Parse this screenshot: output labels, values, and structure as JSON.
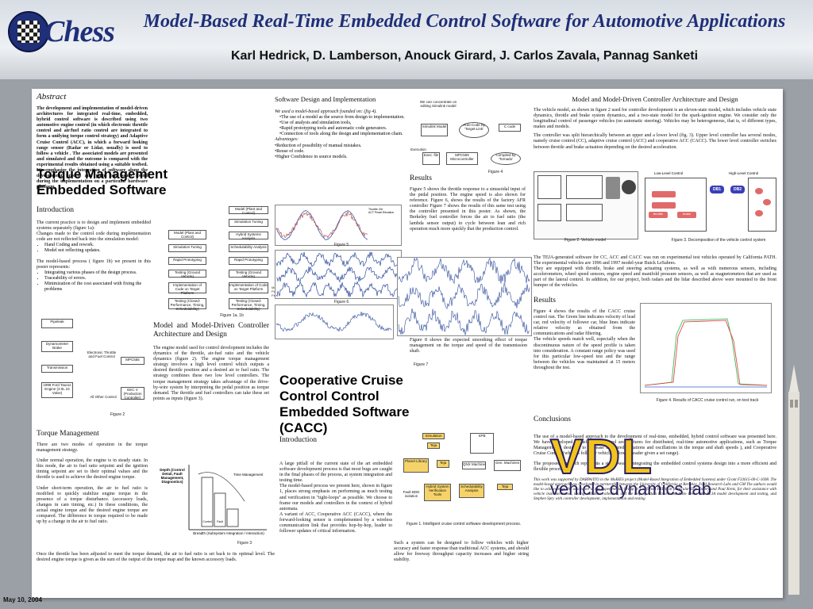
{
  "header": {
    "logo_text": "Chess",
    "title": "Model-Based Real-Time Embedded Control Software for Automotive Applications",
    "authors": "Karl Hedrick, D. Lamberson, Anouck Girard, J. Carlos Zavala, Pannag Sanketi"
  },
  "abstract": {
    "heading": "Abstract",
    "text": "The development and implementation of model-driven architectures for integrated real-time, embedded, hybrid control software is described using two automotive engine control (in which electronic throttle control and air/fuel ratio control are integrated to form a unifying torque control strategy) and Adaptive Cruise Control (ACC), in which a forward looking range sensor (Radar or Lidar, usually) is used to follow a vehicle . The associated models are presented and simulated and the outcome is compared with the experimental results obtained using a suitable testbed. We emphasize the integration of software along the development process and point out issues found during the implementation on a particular hardware platform."
  },
  "torque": {
    "heading": "Torque Management Embedded Software",
    "intro_heading": "Introduction",
    "intro_p1": "The current practice is to design and implement embedded systems separately (figure 1a):",
    "intro_p2": "Changes made to the control code during implementation code are not reflected back into the simulation model:",
    "bullets1": [
      "Hand Coding and rework.",
      "Model not reflecting updates."
    ],
    "intro_p3": "The model-based process ( figure 1b) we present in this poster represents:",
    "bullets2": [
      "Integrating various phases of the design process.",
      "Traceability of errors.",
      "Minimization of the cost associated with fixing the problems"
    ],
    "fig1_caption": "Figure 1a, 1b",
    "fig2_caption": "Figure 2",
    "fig3_caption": "Figure 3",
    "tm_heading": "Torque Management",
    "tm_p1": "There are two modes of operation in the torque management strategy.",
    "tm_p2": "Under normal operation, the engine is in steady state. In this mode, the air to fuel ratio setpoint and the ignition timing setpoint are set to their optimal values and the throttle is used to achieve the desired engine torque.",
    "tm_p3": "Under short-term operation, the air to fuel ratio is modified to quickly stabilize engine torque in the presence of a torque disturbance. (accessory loads, changes in cam timing, etc.) In these conditions, the actual engine torque and the desired engine torque are compared. The difference in torque required to be made up by a change in the air to fuel ratio.",
    "tm_p4": "Once the throttle has been adjusted to meet the torque demand, the air to fuel ratio is set back to its optimal level. The desired engine torque is given as the sum of the output of the torque map and the known accessory loads.",
    "mmd_heading": "Model and Model-Driven Controller Architecture and Design",
    "mmd_text": "The engine model used for control development includes the dynamics of the throttle, air-fuel ratio and the vehicle dynamics (figure 2). The engine torque management strategy involves a high level control which outputs a desired throttle position and a desired air to fuel ratio. The strategy combines these two low level controllers. The torque management strategy takes advantage of the drive-by-wire system by interpreting the pedal position as torque demand. The throttle and fuel controllers can take these set points as inputs (figure 3)."
  },
  "fig1": {
    "left": [
      "Model (Plant and Control)",
      "Simulation Tuning",
      "Rapid Prototyping",
      "Testing (Ground Vehicle)",
      "Implementation of Code on Target Platform",
      "Testing (Closed-Performance, Timing, Schedulability)"
    ],
    "right": [
      "Model (Plant and Control)",
      "Simulation Tuning",
      "Hybrid Systems Analysis",
      "Schedulability Analysis",
      "Rapid Prototyping",
      "Testing (Ground Vehicle)",
      "Implementation of Code on Target Platform",
      "Testing (Closed-Performance, Timing, Schedulability)"
    ],
    "side_label": "Model Parameterization Feedback"
  },
  "fig2": {
    "boxes": [
      "Pipeleak",
      "Dynamometer Brake",
      "Transmission",
      "1998 Ford Taurus Engine (3.0L 24 Valve)",
      "Electronic Throttle and Fuel Control",
      "MPC555",
      "All Other Control",
      "EEC V (Production Controller)"
    ]
  },
  "fig3": {
    "labels": [
      "Depth (Control Detail, Fault Management, Diagnostics)",
      "Time Management",
      "Control",
      "Sensor Preparation",
      "Fault",
      "Diagnostics",
      "Breadth (Subsystem Integration / Interaction)"
    ]
  },
  "software": {
    "heading": "Software Design and Implementation",
    "intro": "We used a model-based approach founded on: (fig 4).",
    "bullets1": [
      "The use of a model as the source from design to implementation.",
      "Use of analysis and simulation tools,",
      "Rapid prototyping tools and automatic code generators.",
      "Connection of tools along the design and implementation chain."
    ],
    "adv_label": "Advantages:",
    "bullets2": [
      "Reduction of possibility of manual mistakes.",
      "Reuse of code.",
      "Higher Confidence in source models."
    ],
    "fig4_caption": "Figure 4",
    "fig4_boxes": [
      "We can concentrate on editing Simulink model",
      "Simulink Model",
      "Auto-Code by 'Target-Link'",
      "C code",
      "Execution",
      "Exec. file",
      "MPC555 Microcontroller",
      "Compiled by 'Tornado'"
    ]
  },
  "results1": {
    "heading": "Results",
    "text": "Figure 5 shows the throttle response to a sinusoidal input of the pedal position. The engine speed is also shown for reference. Figure 6, shows the results of the factory AFR controller Figure 7 shows the results of this same test using the controller presented in this poster. As shown, the Berkeley fuel controller forces the air to fuel ratio (the lambda sensor output) to cycle between lean and rich operation much more quickly that the production control.",
    "fig5_caption": "Figure 5",
    "fig5_legend": [
      "Throttle Ctrl",
      "ACT Pedal Elevation"
    ],
    "fig6_caption": "Figure 6",
    "fig7_caption": "Figure 7",
    "fig8_text": "Figure 8 shows the expected smoothing effect of torque management on the torque and speed of the transmission shaft."
  },
  "cacc": {
    "heading": "Cooperative Cruise Control Control Embedded Software (CACC)",
    "intro_heading": "Introduction",
    "intro_text": "A large pitfall of the current state of the art embedded software development process is that most bugs are caught in the final phases of the process, at system integration and testing time.",
    "p2": "The model-based process we present here, shown in figure 1, places strong emphasis on performing as much testing and verification in \"tight-loops\" as possible. We choose to frame our models and controllers in the context of hybrid automata.",
    "p3": "A variant of ACC, Cooperative ACC (CACC), where the forward-looking sensor is complemented by a wireless communication link that provides hop-by-hop, leader to follower updates of critical information.",
    "fig_caption": "Figure 1. Intelligent cruise control software development process.",
    "fig_labels": [
      "Simulation",
      "Teja",
      "SPB",
      "Planet Library",
      "Teja",
      "QNX Machine",
      "Gen. Machines",
      "Fault BDD isolation",
      "Hybrid System Verification Tools",
      "Schedulability Analysis",
      "Teja"
    ],
    "closing": "Such a system can be designed to follow vehicles with higher accuracy and faster response than traditional ACC systems, and should allow for freeway throughput capacity increases and higher string stability."
  },
  "right": {
    "heading": "Model and Model-Driven Controller Architecture and Design",
    "p1": "The vehicle model, as shown in figure 2 used for controller development is an eleven-state model, which includes vehicle state dynamics, throttle and brake system dynamics, and a two-state model for the spark-ignition engine. We consider only the longitudinal control of passenger vehicles (no automatic steering). Vehicles may be heterogeneous, that is, of different types, makes and models.",
    "p2": "The controller was split hierarchically between an upper and a lower level (fig. 3). Upper level controller has several modes, namely cruise control (CC), adaptive cruise control (ACC) and cooperative ACC (CACC). The lower level controller switches between throttle and brake actuation depending on the desired acceleration.",
    "fig_v_caption": "Figure 2. Vehicle model",
    "fig_d_caption": "Figure 3. Decomposition of the vehicle control system",
    "fig_d_labels": [
      "Low-Level Control",
      "High-Level Control",
      "DB1",
      "DB2",
      "throttle",
      "brake"
    ],
    "p3": "The TEJA-generated software for CC, ACC and CACC was run on experimental test vehicles operated by California PATH. The experimental vehicles are 1996 and 1997 model-year Buick LeSabres.",
    "p4": "They are equipped with throttle, brake and steering actuating systems, as well as with numerous sensors, including accelerometers, wheel speed sensors, engine speed and manifold pressure sensors, as well as magnetometers that are used as part of the lateral control. In addition, for our project, both radars and the lidar described above were mounted to the front bumper of the vehicles.",
    "results_heading": "Results",
    "results_p1": "Figure 4 shows the results of the CACC cruise control run. The Green line indicates velocity of lead car, red velocity of follower car, blue lines indicate relative velocity as obtained from the communications and radar filtering.",
    "results_p2": "The vehicle speeds match well, especially when the discontinuous nature of the speed profile is taken into consideration. A constant range policy was used for this particular low-speed test and the range between the vehicles was maintained at 15 meters throughout the test.",
    "fig4_caption": "Figure 4. Results of CACC cruise control run, on test track",
    "conc_heading": "Conclusions",
    "conc_p1": "The use of a model-based approach to the development of real-time, embedded, hybrid control software was presented here. We have developed model-driven control architectures for distributed, real-time automotive applications, such as Torque Management ( designed to decrease undesired variations and oscillations in the torque and shaft speeds ), and Cooperative Cruise Control (where a follower vehicle follows a leader given a set range).",
    "conc_p2": "The proposed approach represents a step towards integrating the embedded control systems design into a more efficient and flexible process.",
    "ack": "This work was supported by DARPA/ITO in the MoBIES project (Model-Based Integration of Embedded Systems) under Grant F33615-00-C-1698. The model-based approach was developed in partnership between the University of California at Berkeley, Ford Research Labs and GM The authors would like to acknowledge the assistance of the Experimental Group at California PATH, in particular Dan Empey and Paul Kretz, for their assistance with vehicle instrumentation, testing and data collection, and the help of Adam Howell and Mike Drew with TEJA model development and testing, and Stephen Spry with controller development, implementation and testing"
  },
  "vdl": {
    "big": "VDL",
    "sub": "vehicle dynamics lab"
  },
  "footer": {
    "date": "May 10, 2004"
  },
  "colors": {
    "title": "#1f2f78",
    "vdl_yellow": "#f2c41b",
    "vdl_navy": "#2a2060"
  }
}
